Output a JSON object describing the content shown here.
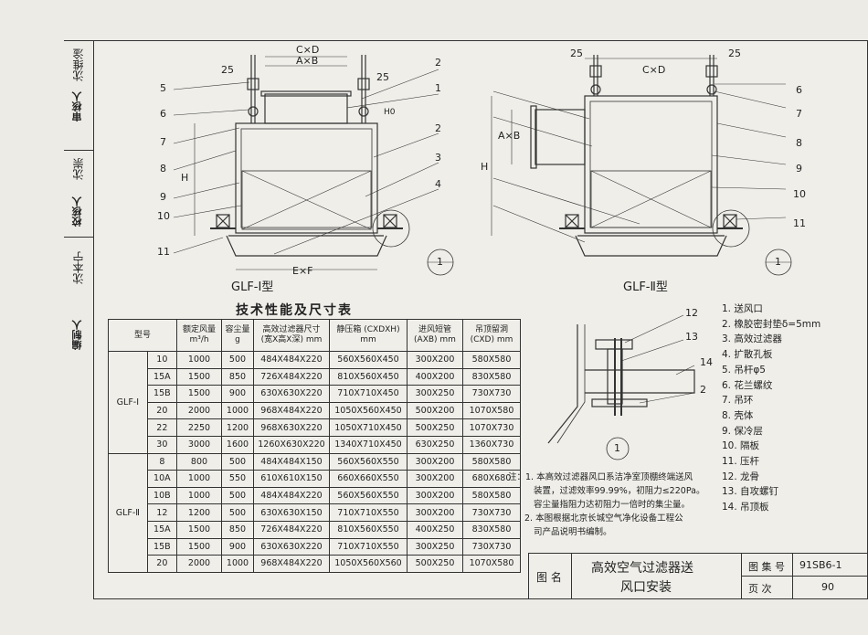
{
  "sidebar": {
    "designer": "编制人",
    "checker": "校核人",
    "approver": "审核人",
    "signatures": [
      "沈本宁",
      "沈崇",
      "沈维淦"
    ]
  },
  "diagrams": {
    "type1_title": "GLF-Ⅰ型",
    "type2_title": "GLF-Ⅱ型",
    "dim_cxd": "C×D",
    "dim_axb": "A×B",
    "dim_exf": "E×F",
    "dim_25": "25",
    "dim_h": "H",
    "dim_h0": "H0",
    "detail_no": "1",
    "callouts_left": [
      "5",
      "6",
      "7",
      "8",
      "9",
      "10",
      "11"
    ],
    "callouts_center": [
      "2",
      "1",
      "2",
      "3",
      "4"
    ],
    "callouts_right": [
      "6",
      "7",
      "8",
      "9",
      "10",
      "11"
    ],
    "detail_callouts": [
      "12",
      "13",
      "14",
      "2"
    ]
  },
  "table": {
    "title": "技术性能及尺寸表",
    "headers": [
      "型号",
      "额定风量 m³/h",
      "容尘量 g",
      "高效过滤器尺寸 (宽X高X深) mm",
      "静压箱 (CXDXH) mm",
      "进风短管 (AXB) mm",
      "吊顶留洞 (CXD) mm"
    ],
    "groups": [
      {
        "model": "GLF-Ⅰ",
        "rows": [
          [
            "10",
            "1000",
            "500",
            "484X484X220",
            "560X560X450",
            "300X200",
            "580X580"
          ],
          [
            "15A",
            "1500",
            "850",
            "726X484X220",
            "810X560X450",
            "400X200",
            "830X580"
          ],
          [
            "15B",
            "1500",
            "900",
            "630X630X220",
            "710X710X450",
            "300X250",
            "730X730"
          ],
          [
            "20",
            "2000",
            "1000",
            "968X484X220",
            "1050X560X450",
            "500X200",
            "1070X580"
          ],
          [
            "22",
            "2250",
            "1200",
            "968X630X220",
            "1050X710X450",
            "500X250",
            "1070X730"
          ],
          [
            "30",
            "3000",
            "1600",
            "1260X630X220",
            "1340X710X450",
            "630X250",
            "1360X730"
          ]
        ]
      },
      {
        "model": "GLF-Ⅱ",
        "rows": [
          [
            "8",
            "800",
            "500",
            "484X484X150",
            "560X560X550",
            "300X200",
            "580X580"
          ],
          [
            "10A",
            "1000",
            "550",
            "610X610X150",
            "660X660X550",
            "300X200",
            "680X680"
          ],
          [
            "10B",
            "1000",
            "500",
            "484X484X220",
            "560X560X550",
            "300X200",
            "580X580"
          ],
          [
            "12",
            "1200",
            "500",
            "630X630X150",
            "710X710X550",
            "300X200",
            "730X730"
          ],
          [
            "15A",
            "1500",
            "850",
            "726X484X220",
            "810X560X550",
            "400X250",
            "830X580"
          ],
          [
            "15B",
            "1500",
            "900",
            "630X630X220",
            "710X710X550",
            "300X250",
            "730X730"
          ],
          [
            "20",
            "2000",
            "1000",
            "968X484X220",
            "1050X560X560",
            "500X250",
            "1070X580"
          ]
        ]
      }
    ]
  },
  "legend": [
    "1. 送风口",
    "2. 橡胶密封垫δ=5mm",
    "3. 高效过滤器",
    "4. 扩散孔板",
    "5. 吊杆φ5",
    "6. 花兰螺纹",
    "7. 吊环",
    "8. 壳体",
    "9. 保冷层",
    "10. 隔板",
    "11. 压杆",
    "12. 龙骨",
    "13. 自攻螺钉",
    "14. 吊顶板"
  ],
  "notes": [
    "注：1. 本高效过滤器风口系洁净室顶棚终端送风",
    "装置，过滤效率99.99%，初阻力≤220Pa。",
    "容尘量指阻力达初阻力一倍时的集尘量。",
    "2. 本图根据北京长城空气净化设备工程公",
    "司产品说明书编制。"
  ],
  "titleblock": {
    "label": "图 名",
    "title_line1": "高效空气过滤器送",
    "title_line2": "风口安装",
    "atlas_label": "图 集 号",
    "atlas_value": "91SB6-1",
    "page_label": "页 次",
    "page_value": "90"
  }
}
